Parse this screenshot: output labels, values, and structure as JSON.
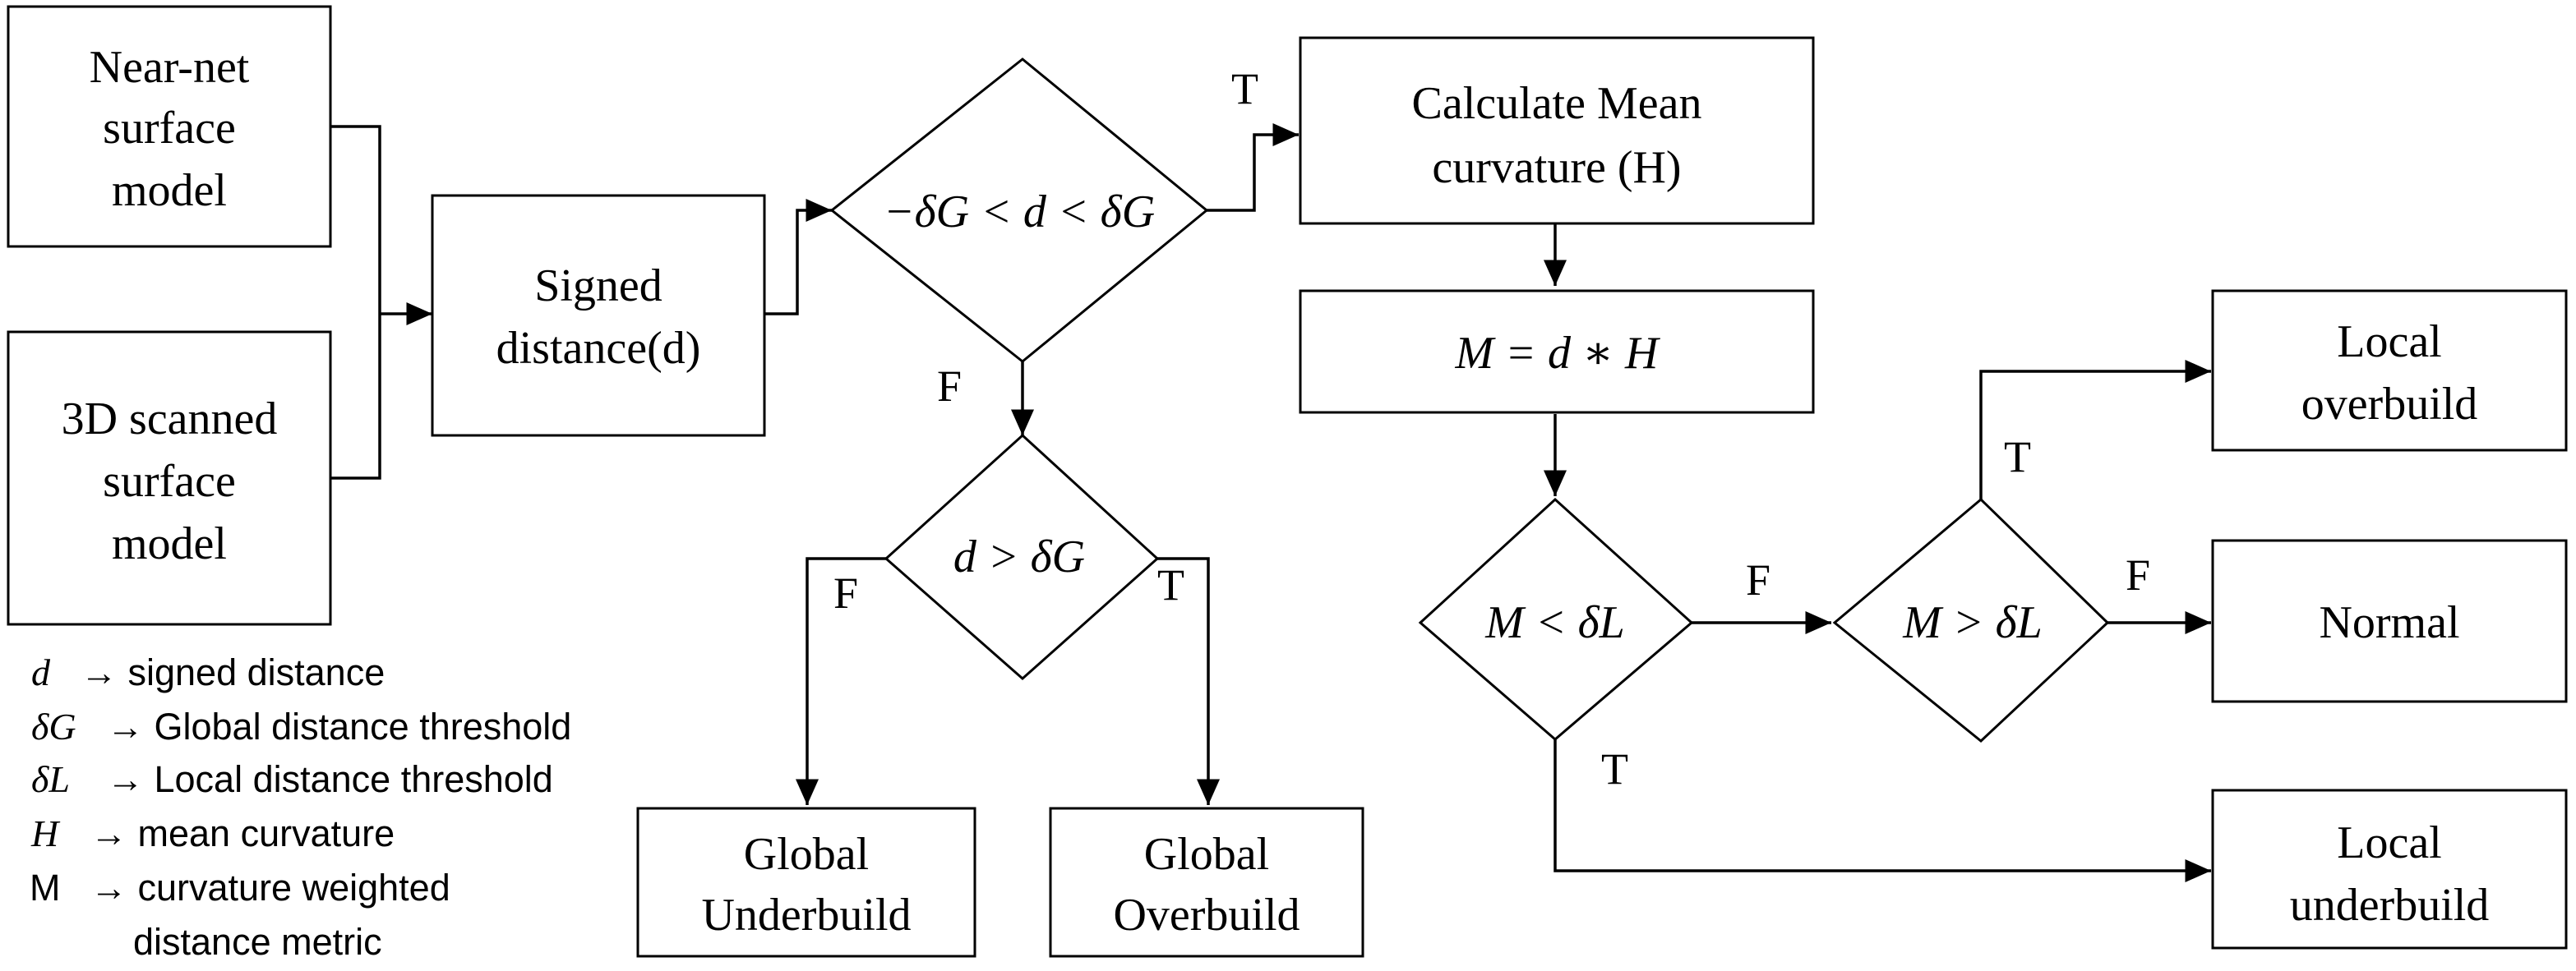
{
  "nodes": {
    "near_net": [
      "Near-net",
      "surface",
      "model"
    ],
    "scanned": [
      "3D scanned",
      "surface",
      "model"
    ],
    "signed_distance": [
      "Signed",
      "distance(d)"
    ],
    "cond_global": "−δG < d < δG",
    "cond_over": "d > δG",
    "calc_mean": [
      "Calculate Mean",
      "curvature (H)"
    ],
    "m_formula": "M = d ∗ H",
    "cond_m_less": "M < δL",
    "cond_m_greater": "M > δL",
    "global_under": [
      "Global",
      "Underbuild"
    ],
    "global_over": [
      "Global",
      "Overbuild"
    ],
    "local_over": [
      "Local",
      "overbuild"
    ],
    "normal": "Normal",
    "local_under": [
      "Local",
      "underbuild"
    ]
  },
  "edge_labels": {
    "t1": "T",
    "f1": "F",
    "f2": "F",
    "t2": "T",
    "f3": "F",
    "f4": "F",
    "t3": "T",
    "t4": "T"
  },
  "legend": [
    {
      "symbol": "d",
      "text": "→ signed distance"
    },
    {
      "symbol": "δG",
      "text": "→ Global distance threshold"
    },
    {
      "symbol": "δL",
      "text": "→ Local distance threshold"
    },
    {
      "symbol": "H",
      "text": "→ mean curvature"
    },
    {
      "symbol": "M",
      "text": "→ curvature weighted"
    },
    {
      "symbol": "",
      "text": "distance metric"
    }
  ]
}
